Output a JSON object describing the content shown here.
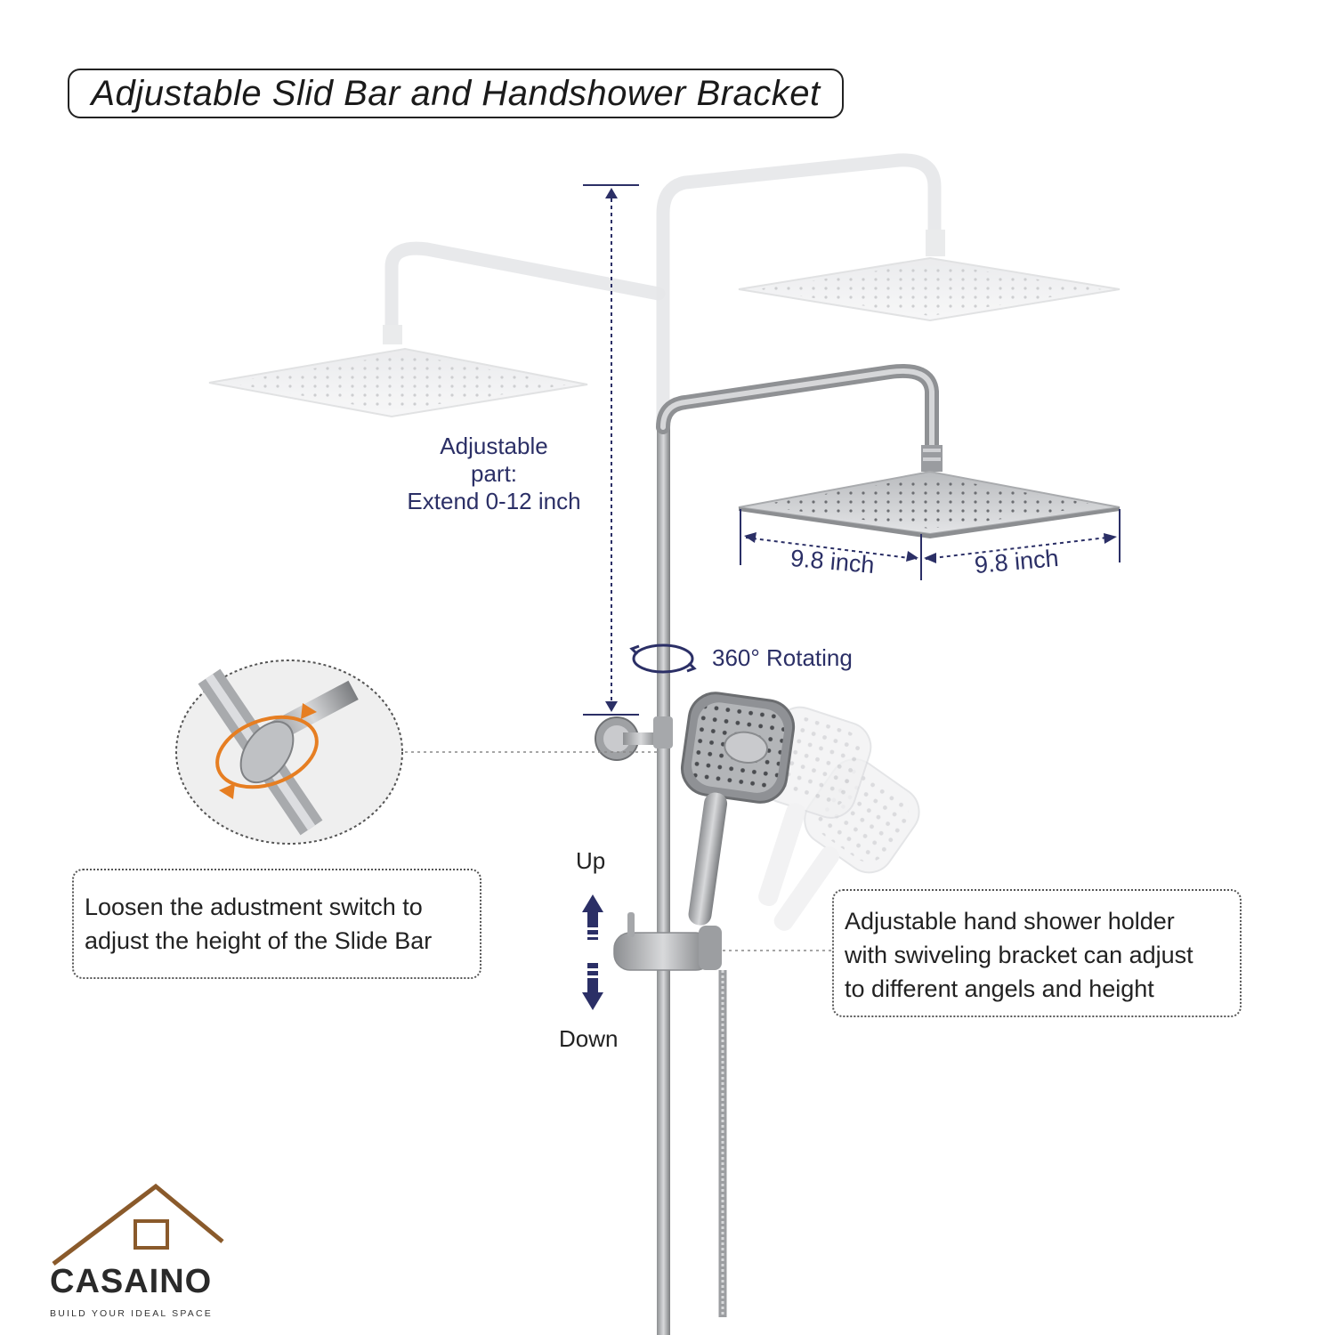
{
  "title": "Adjustable Slid Bar and Handshower Bracket",
  "labels": {
    "adjustable_part": "Adjustable\npart:\nExtend 0-12 inch",
    "rotating": "360° Rotating",
    "width_1": "9.8 inch",
    "width_2": "9.8 inch",
    "up": "Up",
    "down": "Down"
  },
  "notes": {
    "slide_bar": "Loosen the adustment switch to\nadjust the height of the Slide Bar",
    "holder": "Adjustable hand shower holder\nwith swiveling bracket can adjust\nto different angels and height"
  },
  "brand": {
    "name": "CASAINO",
    "tagline": "BUILD YOUR IDEAL SPACE"
  },
  "colors": {
    "label_text": "#2b2f66",
    "arrow": "#2b2f66",
    "rotate_accent": "#e67e22",
    "brand_roof": "#8a5a2b"
  }
}
